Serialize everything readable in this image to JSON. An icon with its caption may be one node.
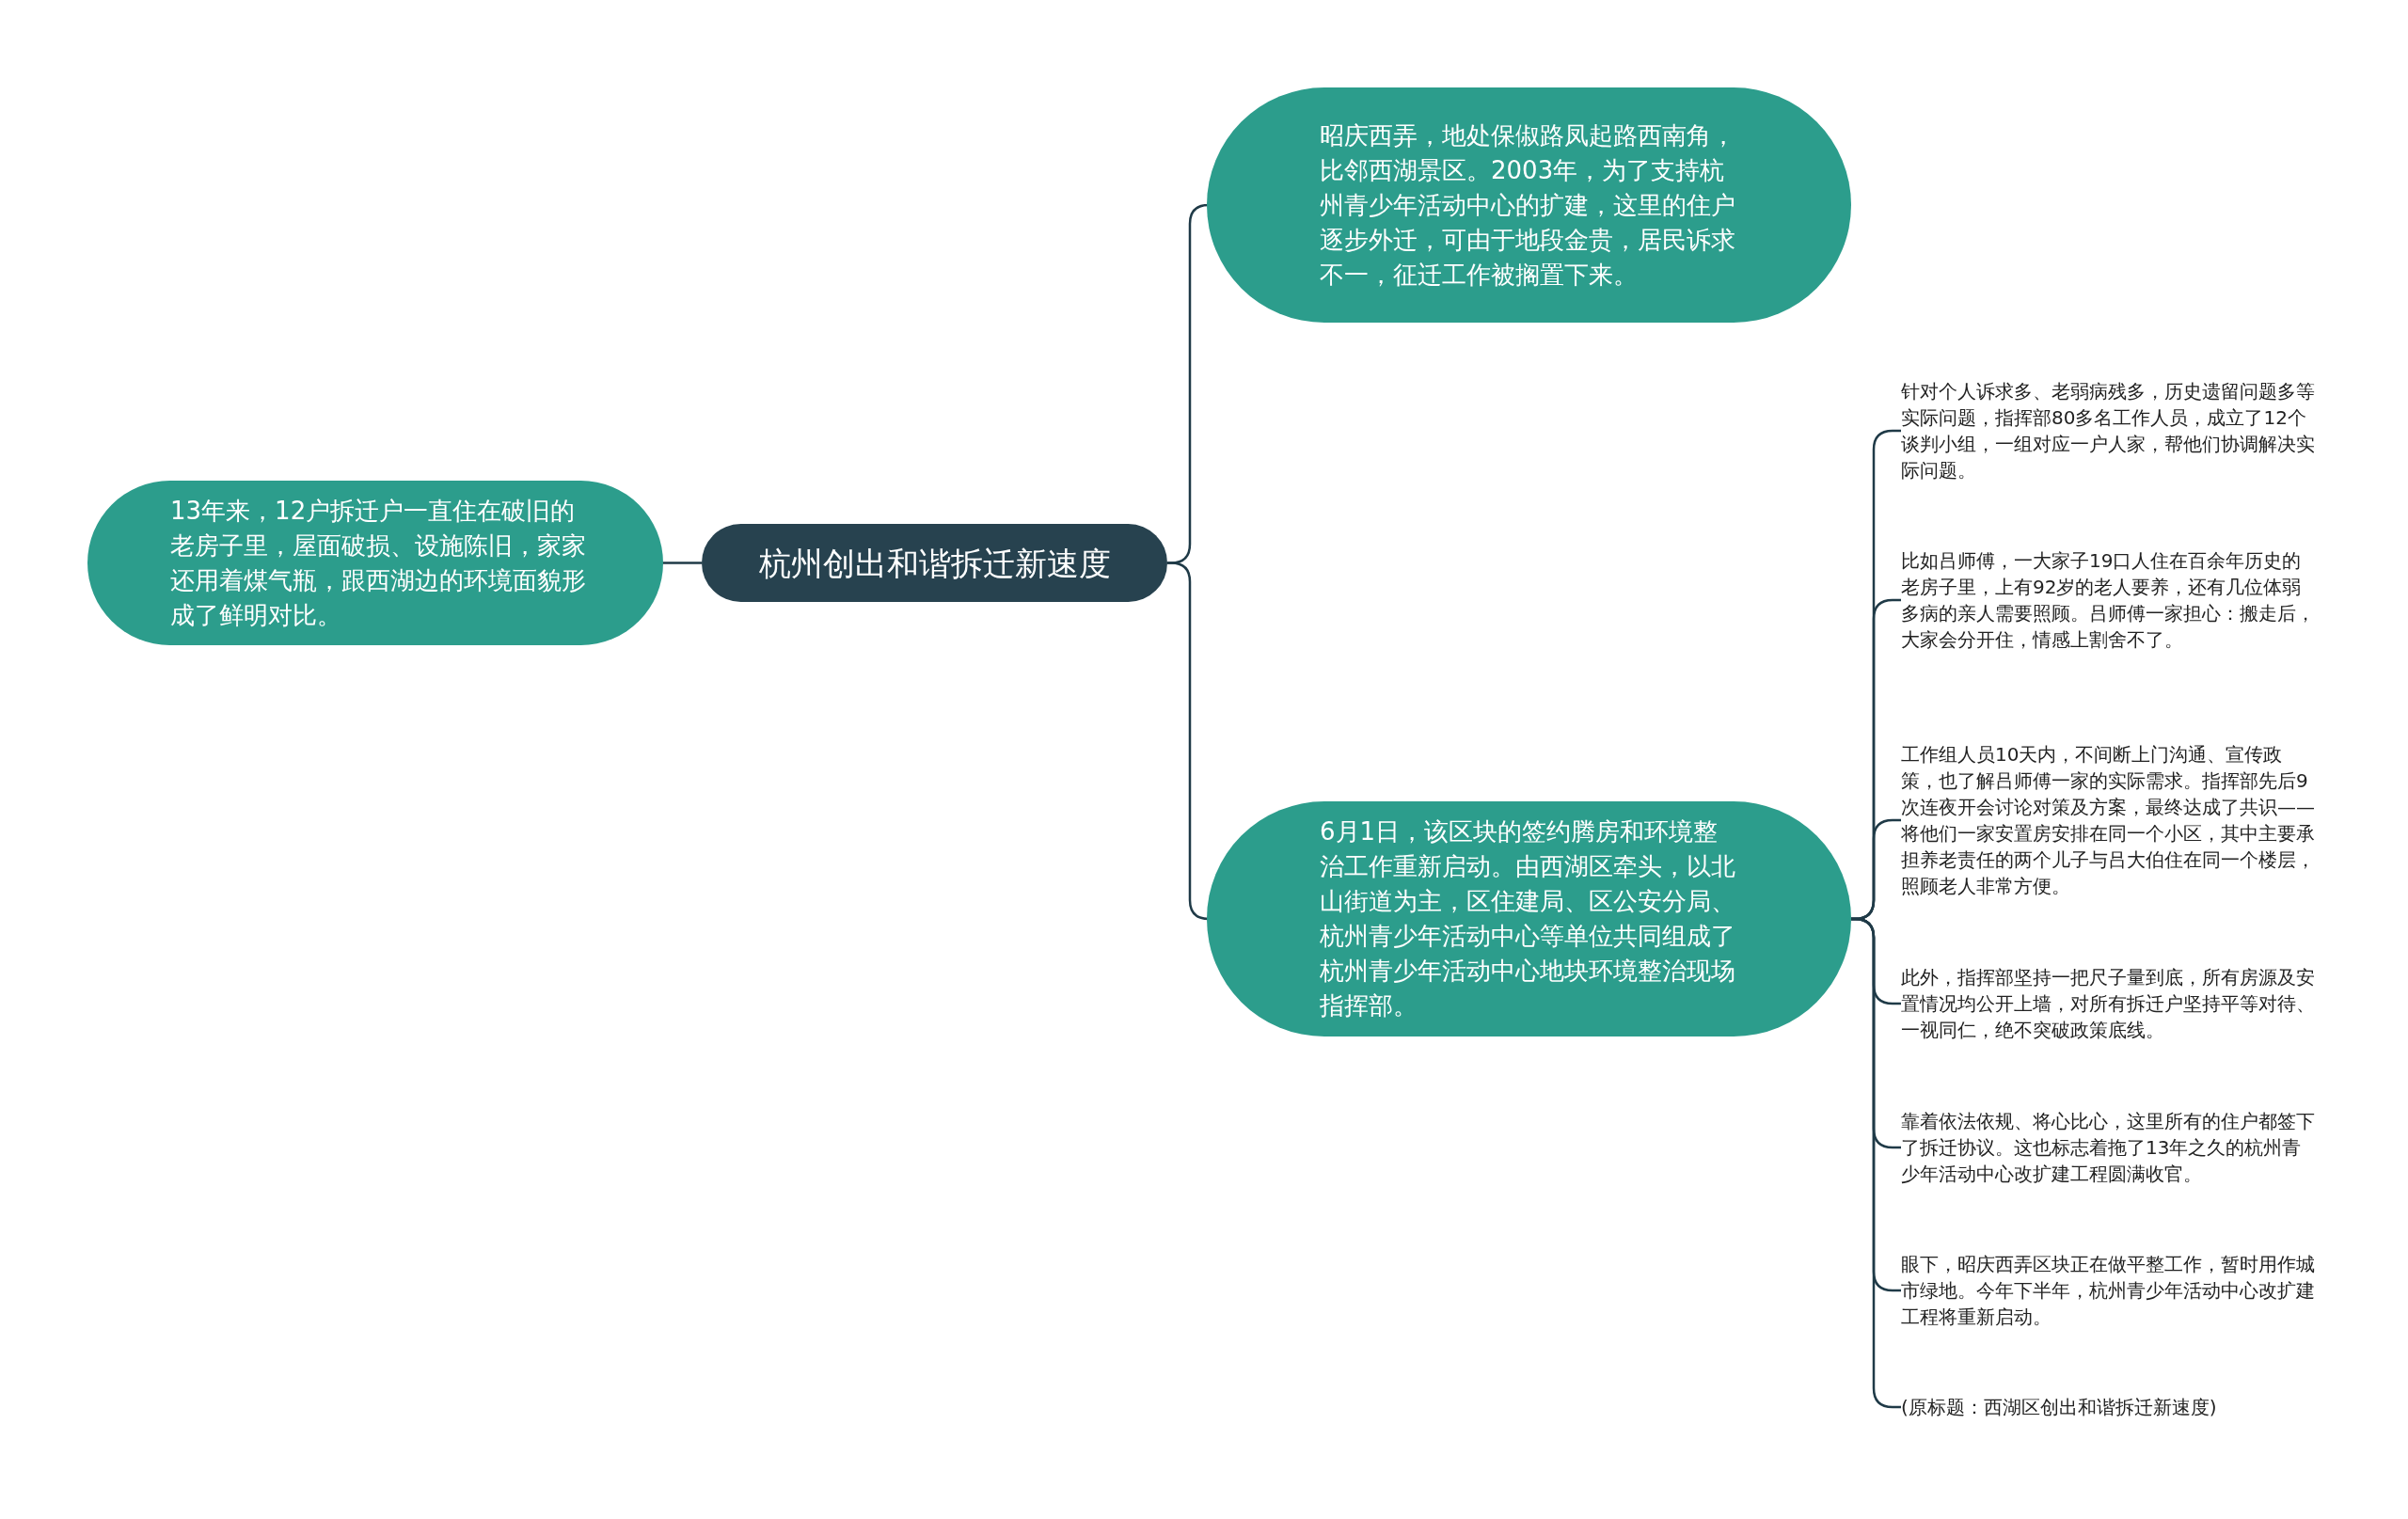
{
  "diagram": {
    "nodes": [
      {
        "text": [
          "杭州创出和谐拆迁新速度"
        ]
      },
      {
        "text": [
          "昭庆西弄，地处保俶路凤起路西南角，比邻西湖景区。2003年，为了支持杭州青少年活动中心的扩建，这里的住户逐步外迁，可由于地段金贵，居民诉求不一，征迁工作被搁置下来。"
        ]
      },
      {
        "text": [
          "13年来，12户拆迁户一直住在破旧的老房子里，屋面破损、设施陈旧，家家还用着煤气瓶，跟西湖边的环境面貌形成了鲜明对比。"
        ]
      },
      {
        "text": [
          "6月1日，该区块的签约腾房和环境整治工作重新启动。由西湖区牵头，以北山街道为主，区住建局、区公安分局、杭州青少年活动中心等单位共同组成了杭州青少年活动中心地块环境整治现场指挥部。"
        ]
      },
      {
        "text": [
          "针对个人诉求多、老弱病残多，历史遗留问题多等实际问题，指挥部80多名工作人员，成立了12个谈判小组，一组对应一户人家，帮他们协调解决实际问题。"
        ]
      },
      {
        "text": [
          "比如吕师傅，一大家子19口人住在百余年历史的老房子里，上有92岁的老人要养，还有几位体弱多病的亲人需要照顾。吕师傅一家担心：搬走后，大家会分开住，情感上割舍不了。"
        ]
      },
      {
        "text": [
          "工作组人员10天内，不间断上门沟通、宣传政策，也了解吕师傅一家的实际需求。指挥部先后9次连夜开会讨论对策及方案，最终达成了共识——将他们一家安置房安排在同一个小区，其中主要承担养老责任的两个儿子与吕大伯住在同一个楼层，照顾老人非常方便。"
        ]
      },
      {
        "text": [
          "此外，指挥部坚持一把尺子量到底，所有房源及安置情况均公开上墙，对所有拆迁户坚持平等对待、一视同仁，绝不突破政策底线。"
        ]
      },
      {
        "text": [
          "靠着依法依规、将心比心，这里所有的住户都签下了拆迁协议。这也标志着拖了13年之久的杭州青少年活动中心改扩建工程圆满收官。"
        ]
      },
      {
        "text": [
          "眼下，昭庆西弄区块正在做平整工作，暂时用作城市绿地。今年下半年，杭州青少年活动中心改扩建工程将重新启动。"
        ]
      },
      {
        "text": [
          "(原标题：西湖区创出和谐拆迁新速度)"
        ]
      }
    ],
    "edges": [
      {
        "from": 0,
        "to": 1,
        "arrow": "none"
      },
      {
        "from": 0,
        "to": 2,
        "arrow": "none"
      },
      {
        "from": 0,
        "to": 3,
        "arrow": "none"
      },
      {
        "from": 3,
        "to": 4,
        "arrow": "none"
      },
      {
        "from": 3,
        "to": 5,
        "arrow": "none"
      },
      {
        "from": 3,
        "to": 6,
        "arrow": "none"
      },
      {
        "from": 3,
        "to": 7,
        "arrow": "none"
      },
      {
        "from": 3,
        "to": 8,
        "arrow": "none"
      },
      {
        "from": 3,
        "to": 9,
        "arrow": "none"
      },
      {
        "from": 3,
        "to": 10,
        "arrow": "none"
      }
    ]
  }
}
